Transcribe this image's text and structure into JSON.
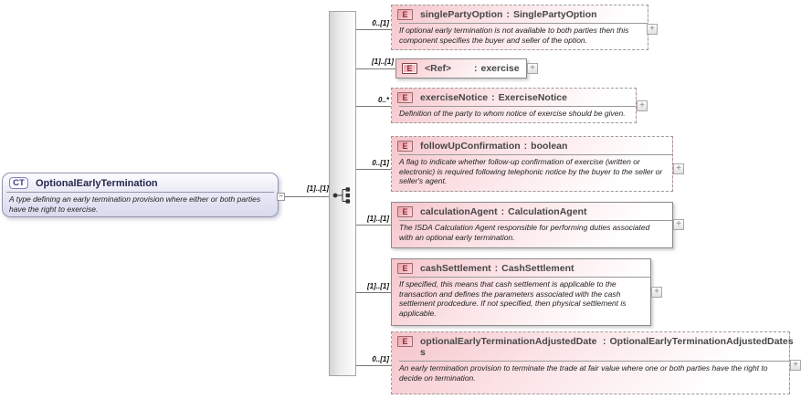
{
  "glyphs": {
    "expand": "+",
    "collapse": "−"
  },
  "colors": {
    "element_pink": "#f5c5cb",
    "element_border": "#8a8a8a",
    "badge_red": "#8b2a35",
    "root_lavender": "#d9d9ee",
    "root_title_navy": "#26264d",
    "connector_gray": "#777777"
  },
  "root_type": {
    "badge": "CT",
    "title": "OptionalEarlyTermination",
    "annotation": "A type defining an early termination provision where either or both parties have the right to exercise.",
    "cardinality": "[1]..[1]"
  },
  "elements": [
    {
      "badge": "E",
      "name": "singlePartyOption",
      "colon": ":",
      "type": "SinglePartyOption",
      "cardinality": "0..[1]",
      "annotation": "If optional early termination is not available to both parties then this component specifies the buyer and seller of the option."
    },
    {
      "badge": "E",
      "name": "<Ref>",
      "colon": ":",
      "type": "exercise",
      "cardinality": "[1]..[1]",
      "annotation": ""
    },
    {
      "badge": "E",
      "name": "exerciseNotice",
      "colon": ":",
      "type": "ExerciseNotice",
      "cardinality": "0..*",
      "annotation": "Definition of the party to whom notice of exercise should be given."
    },
    {
      "badge": "E",
      "name": "followUpConfirmation",
      "colon": ":",
      "type": "boolean",
      "cardinality": "0..[1]",
      "annotation": "A flag to indicate whether follow-up confirmation of exercise (written or electronic) is required following telephonic notice by the buyer to the seller or seller's agent."
    },
    {
      "badge": "E",
      "name": "calculationAgent",
      "colon": ":",
      "type": "CalculationAgent",
      "cardinality": "[1]..[1]",
      "annotation": "The ISDA Calculation Agent responsible for performing duties associated with an optional early termination."
    },
    {
      "badge": "E",
      "name": "cashSettlement",
      "colon": ":",
      "type": "CashSettlement",
      "cardinality": "[1]..[1]",
      "annotation": "If specified, this means that cash settlement is applicable to the transaction and defines the parameters associated with the cash settlement prodcedure. If not specified, then physical settlement is applicable."
    },
    {
      "badge": "E",
      "name": "optionalEarlyTerminationAdjustedDates",
      "colon": ":",
      "type": "OptionalEarlyTerminationAdjustedDates",
      "cardinality": "0..[1]",
      "annotation": "An early termination provision to terminate the trade at fair value where one or both parties have the right to decide on termination."
    }
  ]
}
